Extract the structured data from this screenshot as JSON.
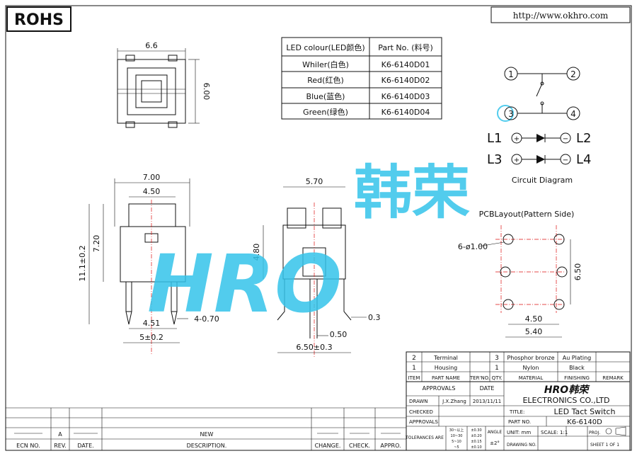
{
  "rohs_label": "ROHS",
  "website": "http://www.okhro.com",
  "watermark": {
    "latin": "HRO",
    "cjk": "韩荣",
    "color": "#34c4ea"
  },
  "led_table": {
    "headers": [
      "LED colour(LED颜色)",
      "Part No. (料号)"
    ],
    "rows": [
      [
        "Whiler(白色)",
        "K6-6140D01"
      ],
      [
        "Red(红色)",
        "K6-6140D02"
      ],
      [
        "Blue(蓝色)",
        "K6-6140D03"
      ],
      [
        "Green(绿色)",
        "K6-6140D04"
      ]
    ]
  },
  "top_view": {
    "width": "6.6",
    "height": "6.00"
  },
  "front_view": {
    "width_top": "7.00",
    "width_inner": "4.50",
    "height_body": "7.20",
    "height_total": "11.1±0.2",
    "pin_spacing": "4.51",
    "base_width": "5±0.2",
    "pin_width": "4-0.70"
  },
  "side_view": {
    "width_top": "5.70",
    "height": "4.80",
    "pin_thk": "0.3",
    "pin_w": "0.50",
    "base_width": "6.50±0.3"
  },
  "circuit": {
    "nodes": [
      "1",
      "2",
      "3",
      "4"
    ],
    "l_labels": [
      "L1",
      "L2",
      "L3",
      "L4"
    ],
    "title": "Circuit Diagram"
  },
  "pcb": {
    "title": "PCBLayout(Pattern Side)",
    "holes": "6-ø1.00",
    "v_dim": "6.50",
    "inner_w": "4.50",
    "outer_w": "5.40"
  },
  "bom": {
    "rows": [
      {
        "item": "2",
        "name": "Terminal",
        "part": "",
        "qty": "3",
        "material": "Phosphor bronze",
        "finish": "Au Plating",
        "remark": ""
      },
      {
        "item": "1",
        "name": "Housing",
        "part": "",
        "qty": "1",
        "material": "Nylon",
        "finish": "Black",
        "remark": ""
      }
    ],
    "headers": [
      "ITEM",
      "PART NAME",
      "TER'NO.",
      "QTY.",
      "MATERIAL",
      "FINISHING",
      "REMARK"
    ]
  },
  "title_block": {
    "approvals": "APPROVALS",
    "date": "DATE",
    "drawn": "DRAWN",
    "drawn_by": "J.X.Zhang",
    "drawn_date": "2013/11/11",
    "checked": "CHECKED",
    "approvals2": "APPROVALS",
    "tolerances": "TOLERANCES ARE",
    "tol_rows": [
      [
        "30~以上",
        "±0.30"
      ],
      [
        "10~30",
        "±0.20"
      ],
      [
        "5~10",
        "±0.15"
      ],
      [
        "~5",
        "±0.10"
      ]
    ],
    "angle": "ANGLE",
    "angle_val": "±2°",
    "company_logo": "HRO韩荣",
    "company": "ELECTRONICS CO.,LTD",
    "title_label": "TITLE:",
    "title_val": "LED Tact Switch",
    "part_label": "PART NO.",
    "part_val": "K6-6140D",
    "unit": "UNIT: mm",
    "scale": "SCALE: 1:1",
    "proj": "PROJ.",
    "drawing_no": "DRAWING NO.",
    "sheet": "SHEET  1 OF 1"
  },
  "revision": {
    "ecn": "ECN NO.",
    "rev": "REV.",
    "date": "DATE.",
    "desc": "DESCRIPTION.",
    "change": "CHANGE.",
    "check": "CHECK.",
    "appro": "APPRO.",
    "rev_val": "A",
    "desc_val": "NEW"
  }
}
